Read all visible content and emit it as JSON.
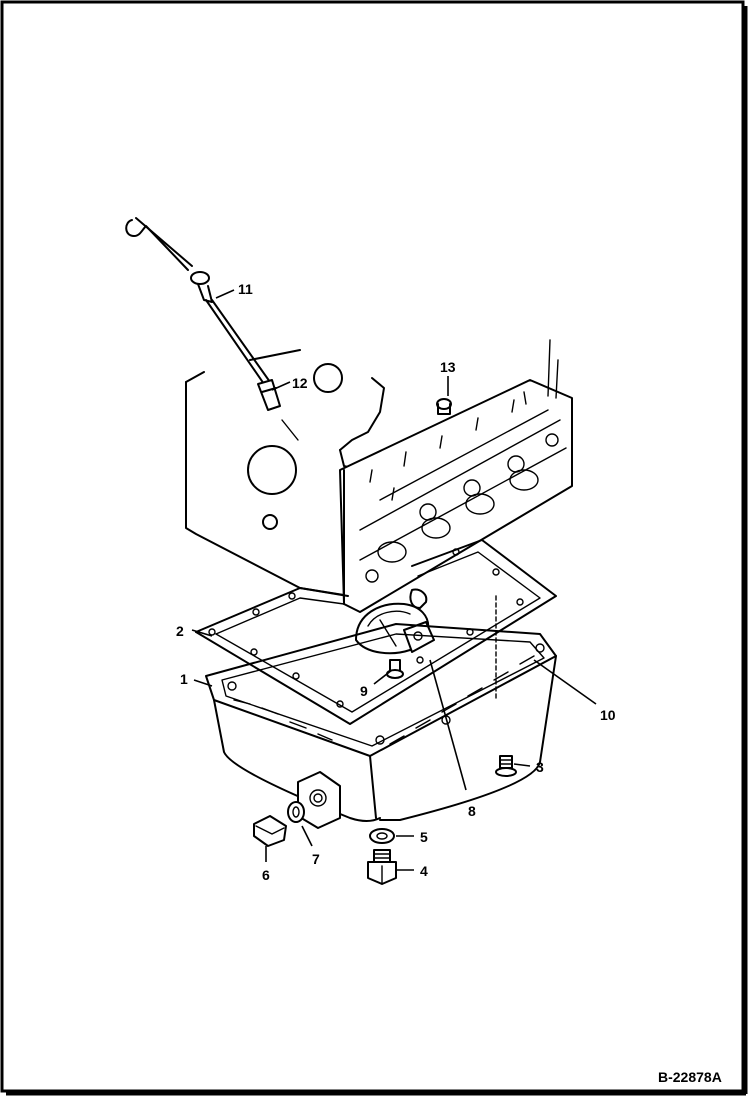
{
  "callouts": [
    {
      "label": "1"
    },
    {
      "label": "2"
    },
    {
      "label": "3"
    },
    {
      "label": "4"
    },
    {
      "label": "5"
    },
    {
      "label": "6"
    },
    {
      "label": "7"
    },
    {
      "label": "8"
    },
    {
      "label": "9"
    },
    {
      "label": "10"
    },
    {
      "label": "11"
    },
    {
      "label": "12"
    },
    {
      "label": "13"
    }
  ],
  "figure_ref": "B-22878A",
  "colors": {
    "ink": "#000000",
    "paper": "#ffffff"
  }
}
